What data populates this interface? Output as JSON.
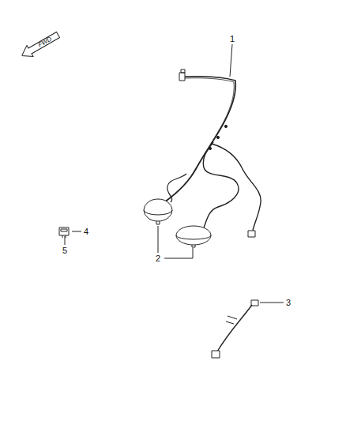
{
  "diagram": {
    "nodes": [
      {
        "text": [
          "FWD"
        ]
      }
    ],
    "labels": [
      "1",
      "2",
      "3",
      "4",
      "5"
    ]
  }
}
